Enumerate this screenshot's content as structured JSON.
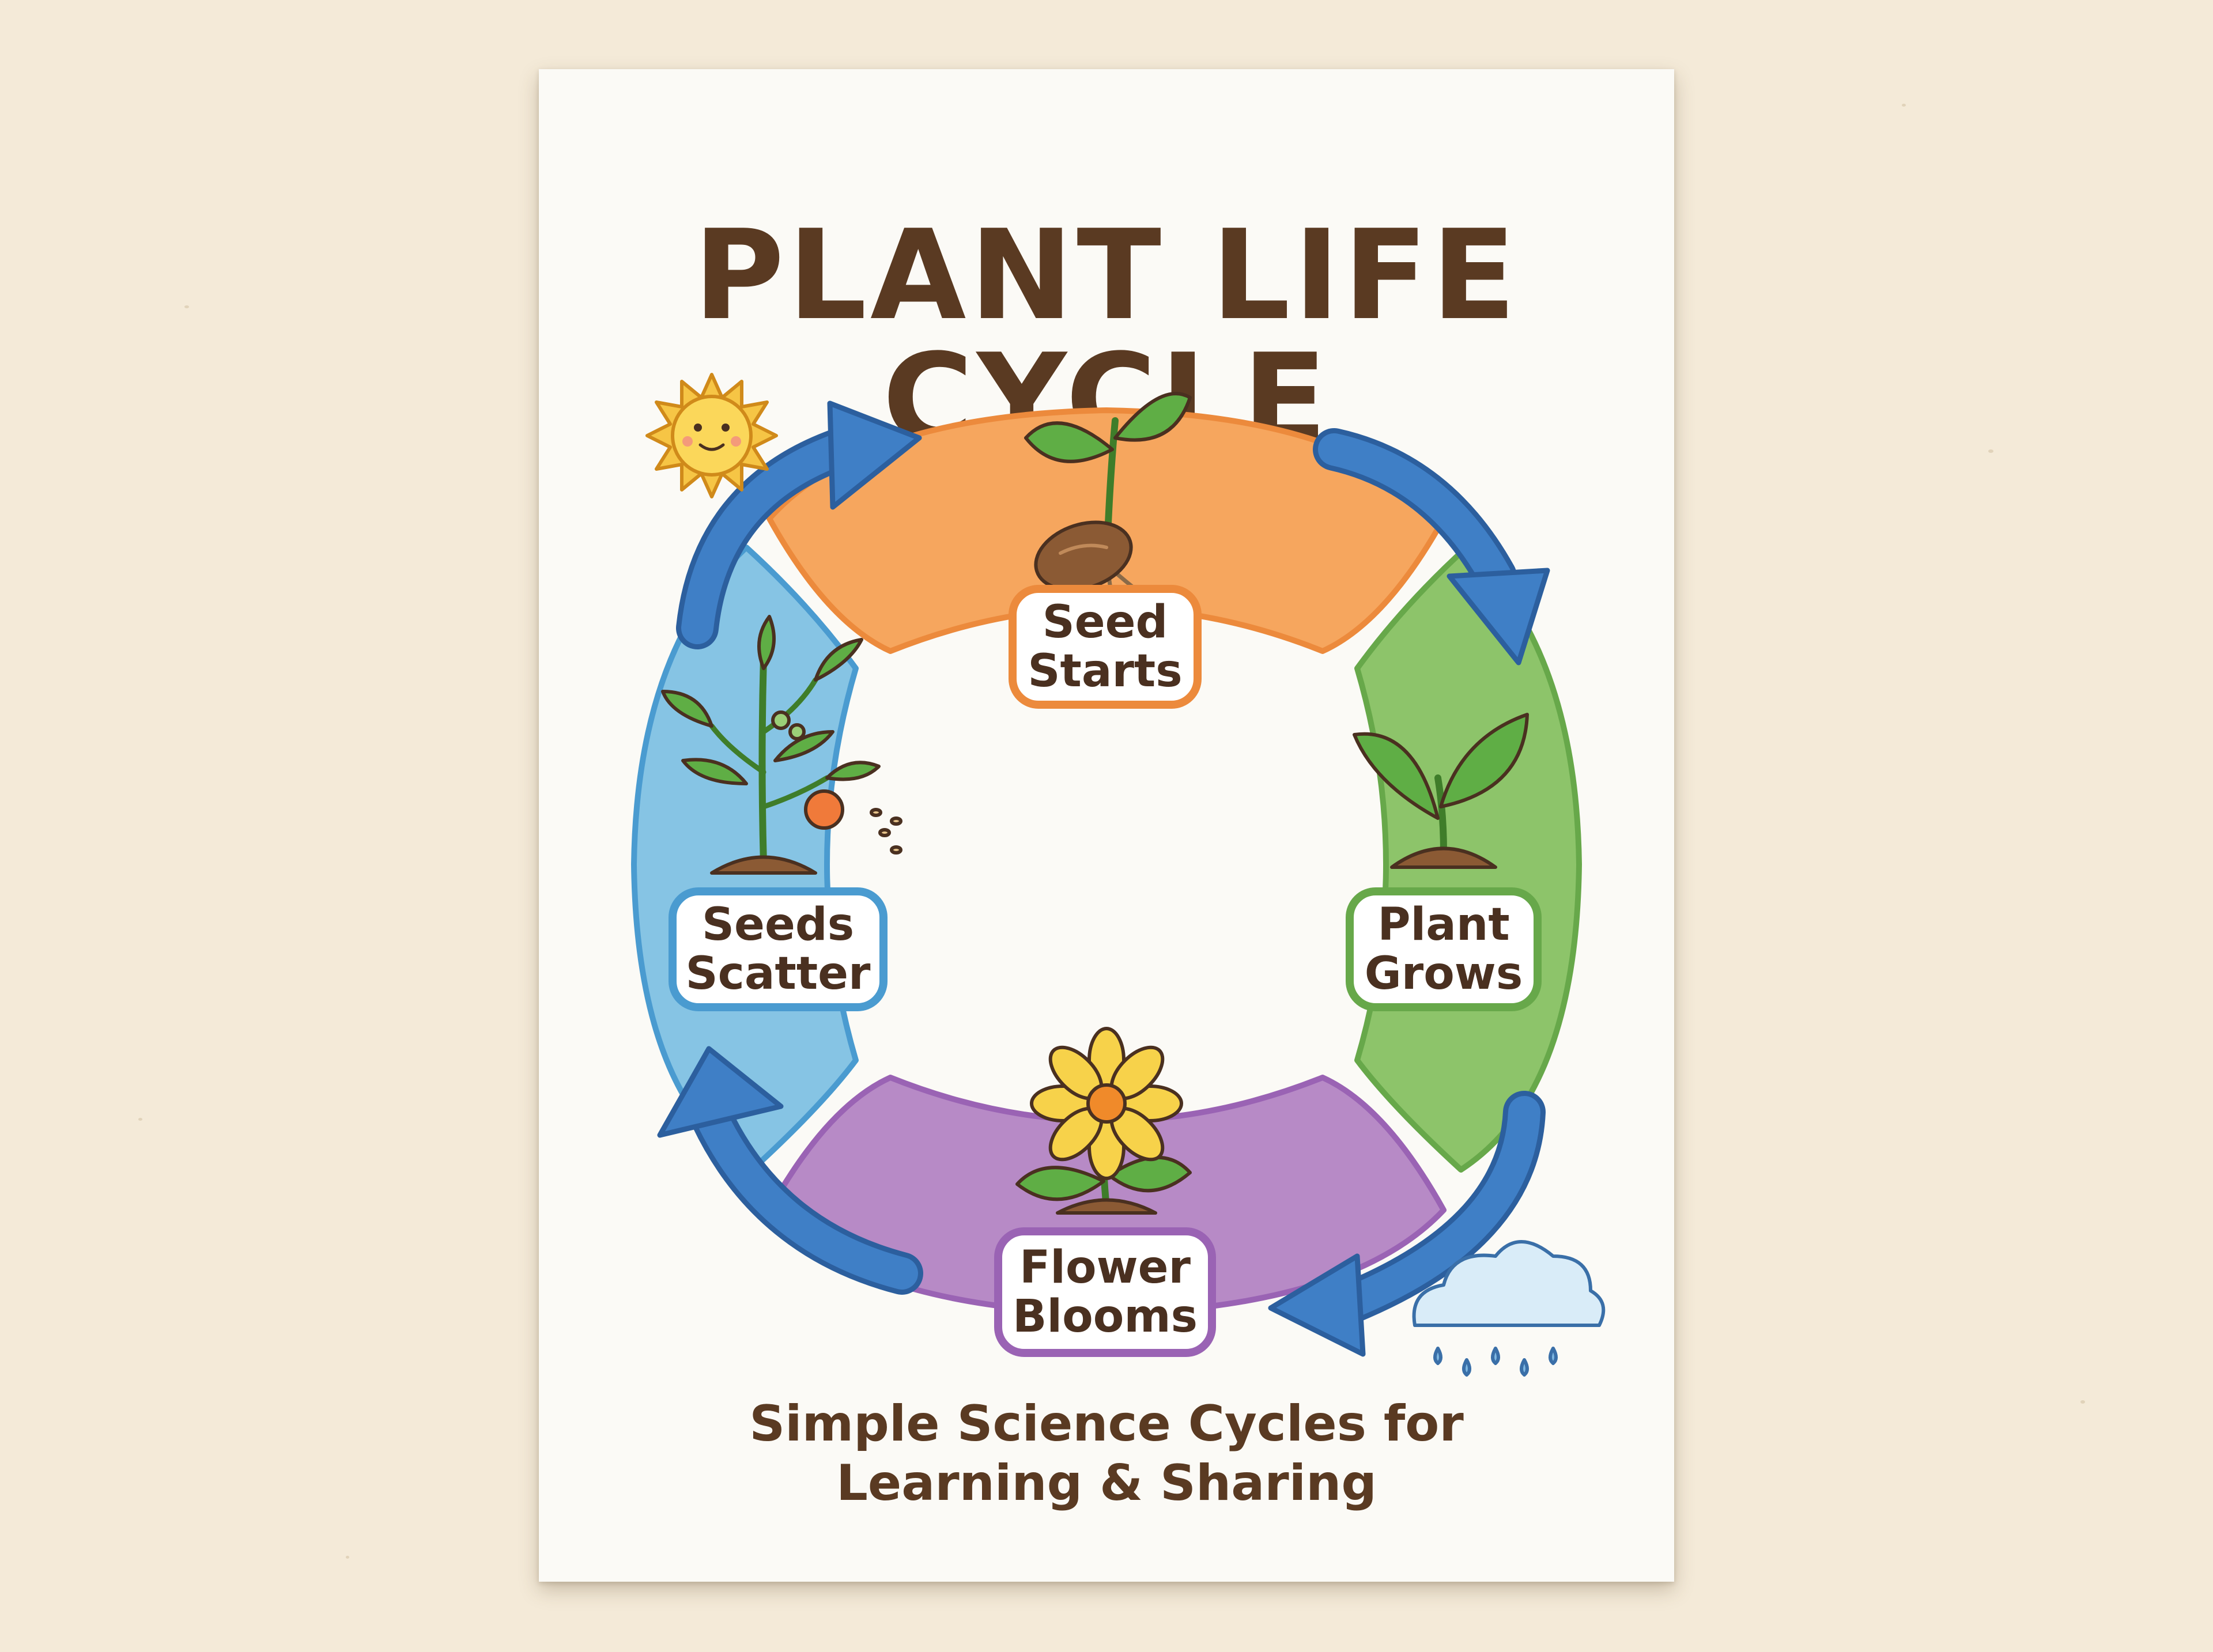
{
  "poster": {
    "title": "PLANT LIFE CYCLE",
    "footer_line1": "Simple Science Cycles for",
    "footer_line2": "Learning & Sharing"
  },
  "stages": [
    {
      "line1": "Seed",
      "line2": "Starts",
      "color": "#f6a65e",
      "border": "#ec8a3c",
      "icon": "sprouting-seed-icon"
    },
    {
      "line1": "Plant",
      "line2": "Grows",
      "color": "#8dc46a",
      "border": "#67a84a",
      "icon": "seedling-icon"
    },
    {
      "line1": "Flower",
      "line2": "Blooms",
      "color": "#b78ac6",
      "border": "#9a63b4",
      "icon": "flower-icon"
    },
    {
      "line1": "Seeds",
      "line2": "Scatter",
      "color": "#86c4e4",
      "border": "#4a9bd0",
      "icon": "fruiting-plant-icon"
    }
  ],
  "arrow_color": "#3f7fc6",
  "decorations": [
    "sun-icon",
    "rain-cloud-icon"
  ]
}
